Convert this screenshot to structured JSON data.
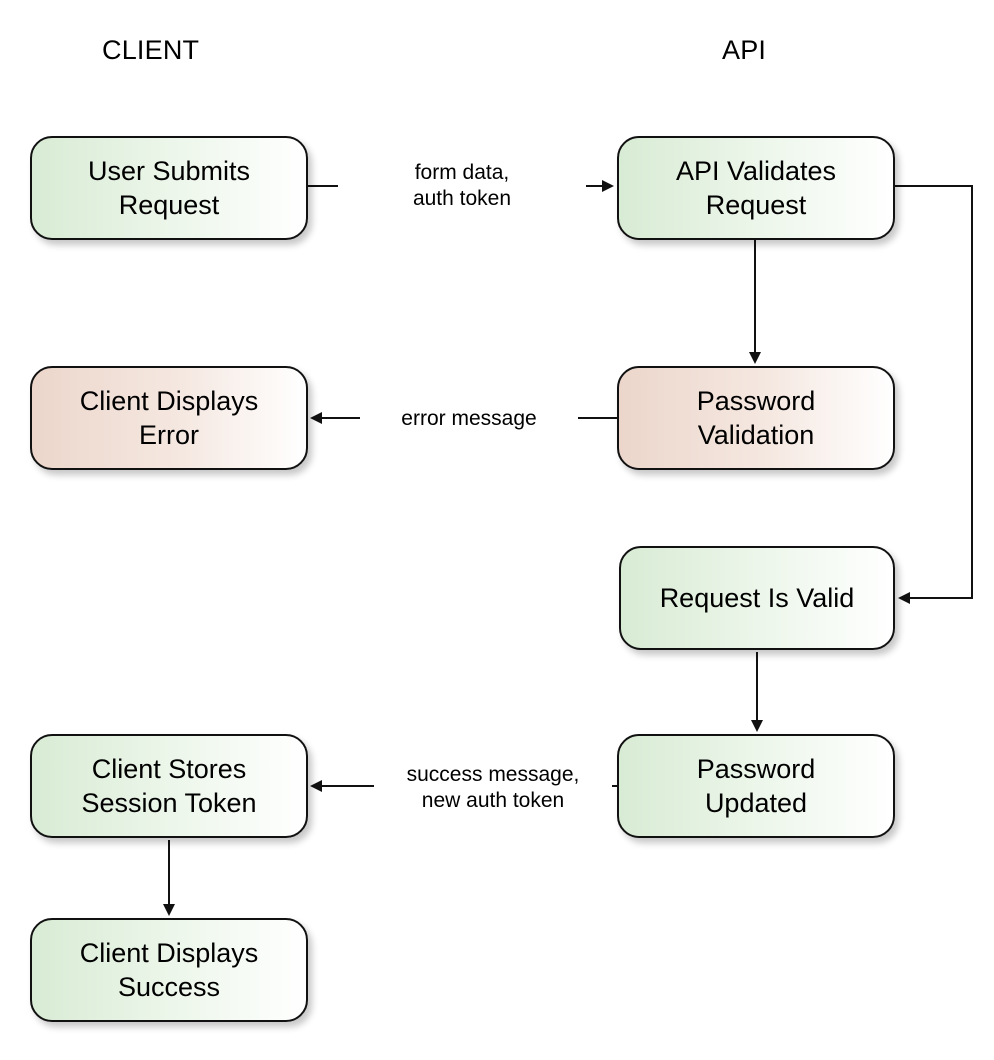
{
  "lanes": {
    "client": "CLIENT",
    "api": "API"
  },
  "nodes": {
    "user_submits_request": "User Submits\nRequest",
    "api_validates_request": "API Validates\nRequest",
    "client_displays_error": "Client Displays\nError",
    "password_validation": "Password\nValidation",
    "request_is_valid": "Request Is Valid",
    "password_updated": "Password\nUpdated",
    "client_stores_session_token": "Client Stores\nSession Token",
    "client_displays_success": "Client Displays\nSuccess"
  },
  "edges": {
    "submit_label": "form data,\nauth token",
    "error_label": "error message",
    "success_label": "success message,\nnew auth token"
  },
  "colors": {
    "success_fill": "#d8ebd4",
    "error_fill": "#ecd6cb",
    "stroke": "#111111"
  }
}
